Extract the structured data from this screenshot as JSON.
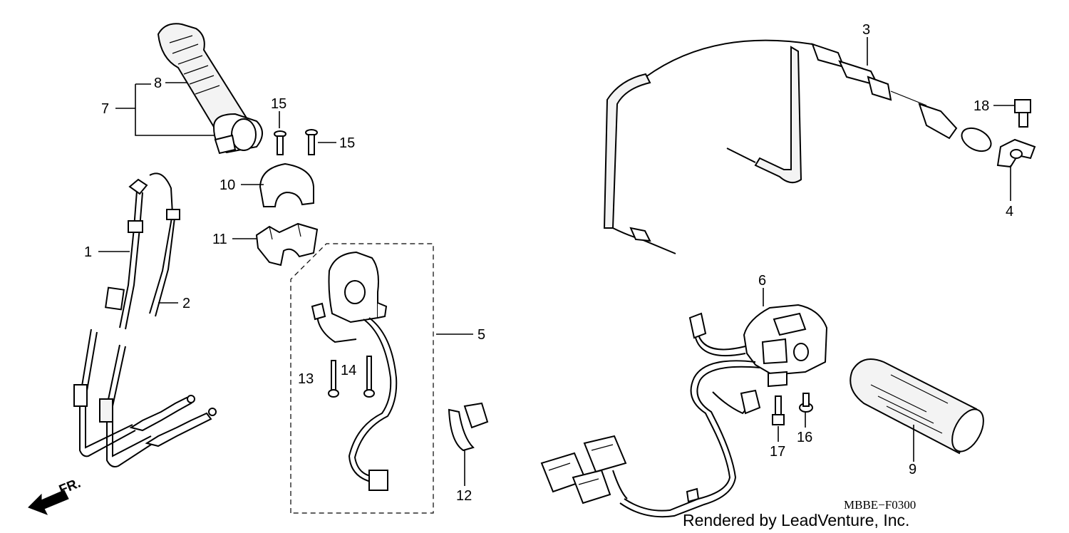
{
  "callouts": {
    "c1": "1",
    "c2": "2",
    "c3": "3",
    "c4": "4",
    "c5": "5",
    "c6": "6",
    "c7": "7",
    "c8": "8",
    "c9": "9",
    "c10": "10",
    "c11": "11",
    "c12": "12",
    "c13": "13",
    "c14": "14",
    "c15a": "15",
    "c15b": "15",
    "c16": "16",
    "c17": "17",
    "c18": "18"
  },
  "front_arrow_label": "FR.",
  "diagram_code": "MBBE−F0300",
  "credit": "Rendered by LeadVenture, Inc."
}
